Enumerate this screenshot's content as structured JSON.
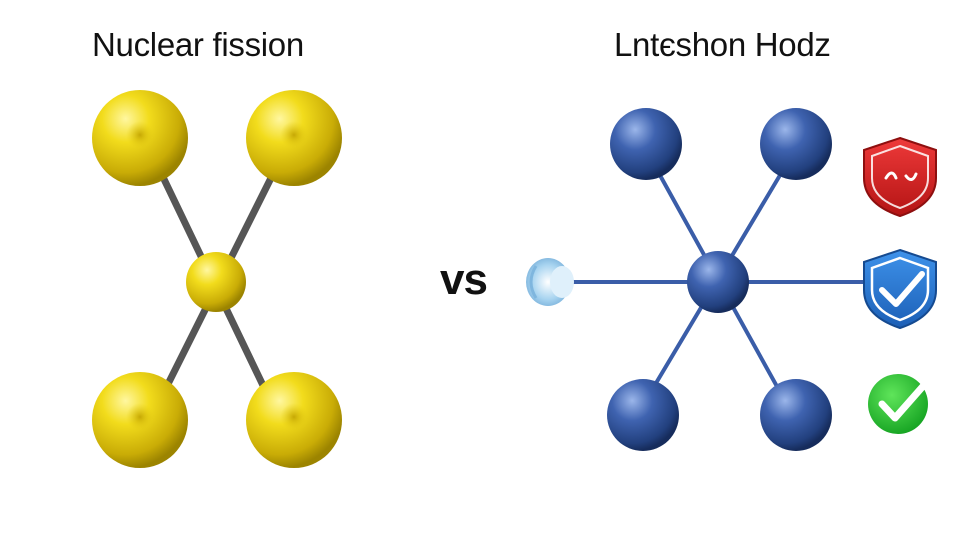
{
  "left_panel": {
    "title": "Nuclear fission",
    "atom_color": "#e6cf12",
    "bond_color": "#555555"
  },
  "vs_label": "vs",
  "right_panel": {
    "title": "Lntєshon Hodz",
    "atom_color": "#3b5ea8",
    "bond_color": "#3b5ea8"
  },
  "icons": [
    {
      "name": "red-shield-icon",
      "color": "#d42222"
    },
    {
      "name": "blue-shield-check-icon",
      "color": "#2a78d4"
    },
    {
      "name": "green-check-circle-icon",
      "color": "#1fbf2c"
    },
    {
      "name": "signal-wave-icon",
      "color": "#8cc3e8"
    }
  ]
}
